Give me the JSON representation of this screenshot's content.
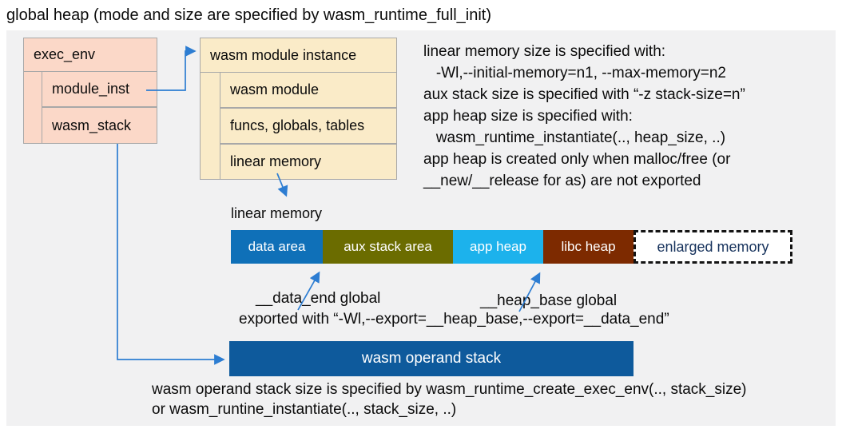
{
  "title": "global heap (mode and size are specified by wasm_runtime_full_init)",
  "exec_env": {
    "label": "exec_env",
    "fields": [
      "module_inst",
      "wasm_stack"
    ]
  },
  "module_instance": {
    "label": "wasm module instance",
    "fields": [
      "wasm module",
      "funcs, globals, tables",
      "linear memory"
    ]
  },
  "notes_right": {
    "lines": [
      "linear memory size is specified with:",
      "   -Wl,--initial-memory=n1, --max-memory=n2",
      "aux stack size is specified with “-z stack-size=n”",
      "app heap size is specified with:",
      "   wasm_runtime_instantiate(.., heap_size, ..)",
      "app heap is created only when malloc/free (or",
      "__new/__release for as) are not exported"
    ]
  },
  "linear_memory": {
    "label": "linear memory",
    "segments": [
      {
        "label": "data area",
        "color": "#0f70b8",
        "text_color": "#ffffff"
      },
      {
        "label": "aux stack area",
        "color": "#6b6c00",
        "text_color": "#ffffff"
      },
      {
        "label": "app heap",
        "color": "#1cb2ec",
        "text_color": "#ffffff"
      },
      {
        "label": "libc heap",
        "color": "#7d2a00",
        "text_color": "#ffffff"
      },
      {
        "label": "enlarged memory",
        "color": "#ffffff",
        "text_color": "#16325c",
        "border": "dashed"
      }
    ]
  },
  "globals_annotations": {
    "data_end": "__data_end global",
    "heap_base": "__heap_base global",
    "exported": "exported with “-Wl,--export=__heap_base,--export=__data_end”"
  },
  "operand_stack": {
    "label": "wasm operand stack",
    "note_line1": "wasm operand stack size is specified by wasm_runtime_create_exec_env(.., stack_size)",
    "note_line2": "or wasm_runtine_instantiate(.., stack_size, ..)"
  },
  "colors": {
    "panel_bg": "#f1f1f2",
    "exec_env_fill": "#fbd8c8",
    "module_instance_fill": "#faebc8",
    "box_border": "#a8a8a8",
    "arrow_blue": "#2d7dd2",
    "operand_stack_fill": "#0e5a9c",
    "enlarged_text": "#16325c"
  }
}
